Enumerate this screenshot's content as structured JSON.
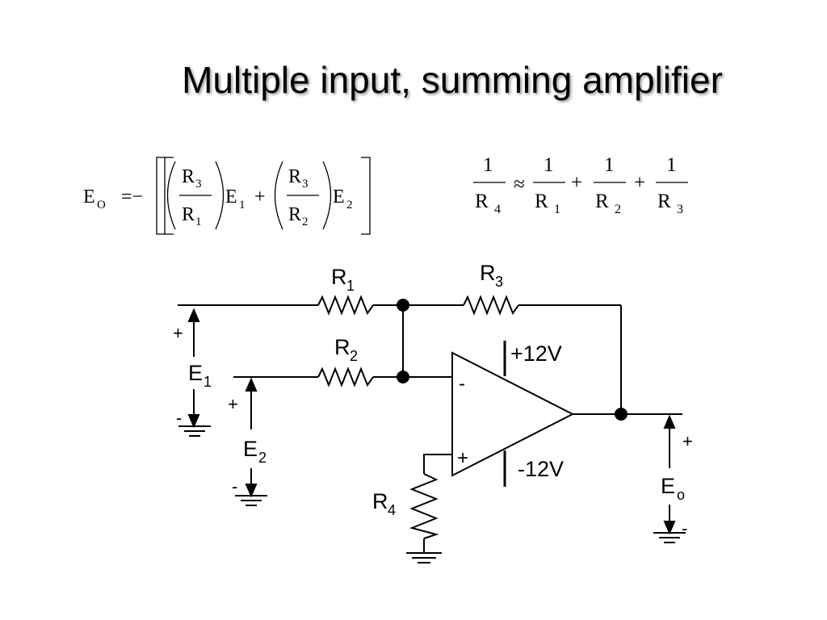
{
  "slide": {
    "title": "Multiple input, summing amplifier"
  },
  "equation_gain": {
    "output": "E",
    "output_sub": "O",
    "equals_minus": "=−",
    "term1": {
      "num": "R",
      "num_sub": "3",
      "den": "R",
      "den_sub": "1",
      "input": "E",
      "input_sub": "1"
    },
    "plus": "+",
    "term2": {
      "num": "R",
      "num_sub": "3",
      "den": "R",
      "den_sub": "2",
      "input": "E",
      "input_sub": "2"
    }
  },
  "equation_r4": {
    "one": "1",
    "approx": "≈",
    "plus": "+",
    "r4": {
      "main": "R",
      "sub": "4"
    },
    "r1": {
      "main": "R",
      "sub": "1"
    },
    "r2": {
      "main": "R",
      "sub": "2"
    },
    "r3": {
      "main": "R",
      "sub": "3"
    }
  },
  "circuit": {
    "r1": {
      "main": "R",
      "sub": "1"
    },
    "r2": {
      "main": "R",
      "sub": "2"
    },
    "r3": {
      "main": "R",
      "sub": "3"
    },
    "r4": {
      "main": "R",
      "sub": "4"
    },
    "supply_positive": "+12V",
    "supply_negative": "-12V",
    "inverting_input": "-",
    "noninverting_input": "+",
    "e1": {
      "main": "E",
      "sub": "1",
      "plus": "+",
      "minus": "-"
    },
    "e2": {
      "main": "E",
      "sub": "2",
      "plus": "+",
      "minus": "-"
    },
    "eo": {
      "main": "E",
      "sub": "o",
      "plus": "+",
      "minus": "-"
    }
  }
}
